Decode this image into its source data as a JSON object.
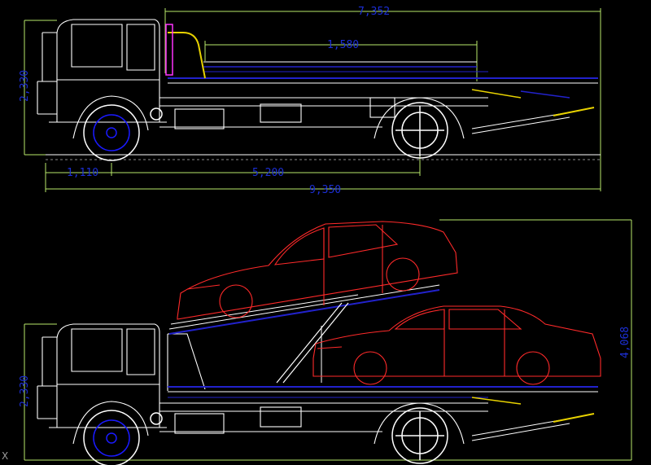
{
  "top_view": {
    "overall_length": "7,352",
    "bed_extension": "1,580",
    "height": "2,330",
    "front_overhang": "1,110",
    "wheelbase": "5,200",
    "total_length": "9,350"
  },
  "bottom_view": {
    "height": "2,330",
    "loaded_height": "4,068"
  },
  "corner_glyph": "X",
  "colors": {
    "background": "#000000",
    "dimension": "#1c2fd6",
    "dimension_line": "#b8e86a",
    "truck_line": "#ffffff",
    "wheel": "#1a1aff",
    "bed_blue": "#2222cc",
    "car_red": "#ff2a2a",
    "hydraulic_yellow": "#e8d200",
    "accent_magenta": "#ff33ff"
  }
}
